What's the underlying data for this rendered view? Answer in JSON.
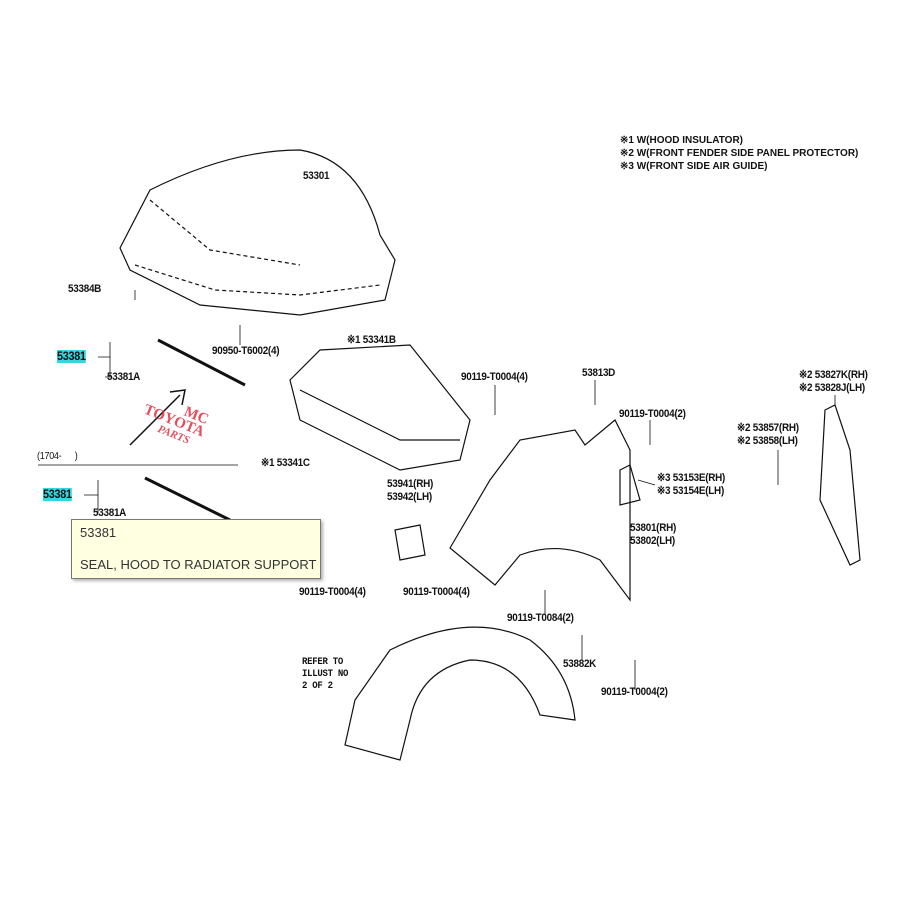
{
  "notes": [
    "※1 W(HOOD INSULATOR)",
    "※2 W(FRONT FENDER SIDE PANEL PROTECTOR)",
    "※3 W(FRONT SIDE AIR GUIDE)"
  ],
  "labels": [
    "53301",
    "53384B",
    "90950-T6002(4)",
    "53381",
    "53381A",
    "※1 53341B",
    "90119-T0004(4)",
    "53813D",
    "90119-T0004(2)",
    "※2 53827K(RH)",
    "※2 53828J(LH)",
    "※2 53857(RH)",
    "※2 53858(LH)",
    "※1 53341C",
    "(1704-      )",
    "53381",
    "53381A",
    "53941(RH)",
    "53942(LH)",
    "※3 53153E(RH)",
    "※3 53154E(LH)",
    "53801(RH)",
    "53802(LH)",
    "90119-T0004(4)",
    "90119-T0004(4)",
    "90119-T0084(2)",
    "53882K",
    "90119-T0004(2)",
    "REFER TO\nILLUST NO\n2 OF 2"
  ],
  "tooltip": {
    "part_no": "53381",
    "description": "SEAL, HOOD TO RADIATOR SUPPORT"
  },
  "watermark": {
    "brand": "MC",
    "line2": "TOYOTA",
    "line3": "PARTS"
  },
  "highlight_color": "#36d6e0"
}
